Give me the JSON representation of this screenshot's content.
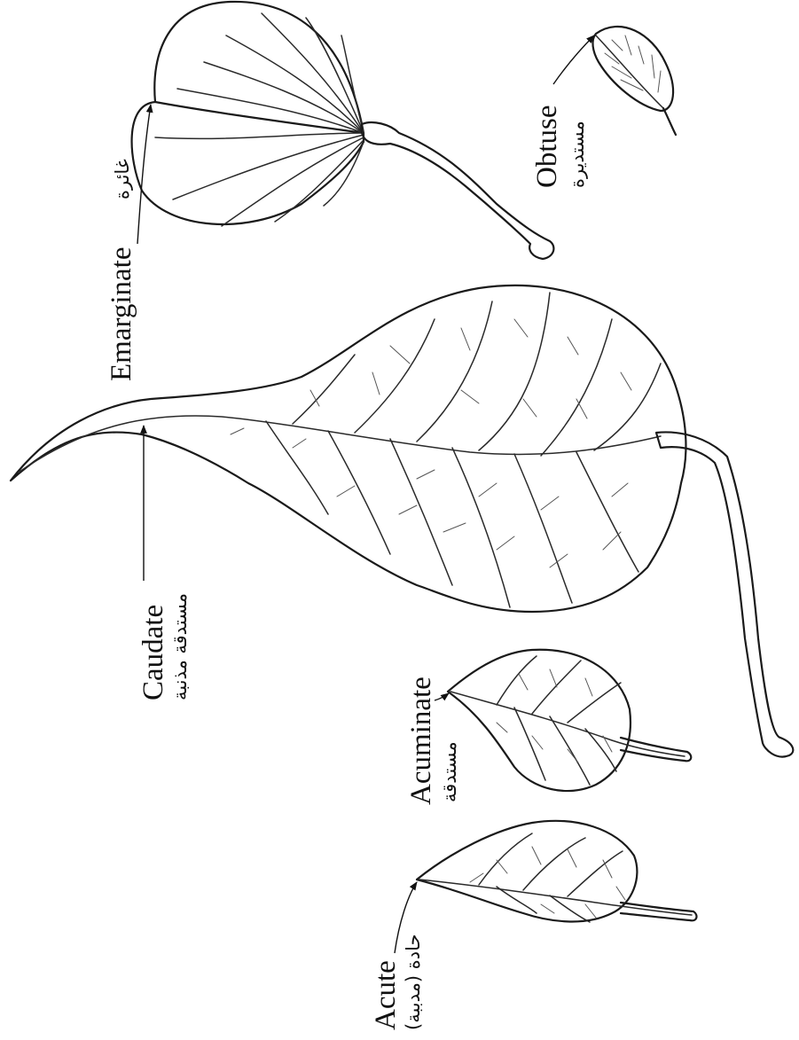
{
  "labels": {
    "emarginate": {
      "en": "Emarginate",
      "ar": "غائرة"
    },
    "obtuse": {
      "en": "Obtuse",
      "ar": "مستديرة"
    },
    "caudate": {
      "en": "Caudate",
      "ar": "مستدقة مذنبة"
    },
    "acuminate": {
      "en": "Acuminate",
      "ar": "مستدقة"
    },
    "acute": {
      "en": "Acute",
      "ar": "حادة (مدببة)"
    }
  }
}
